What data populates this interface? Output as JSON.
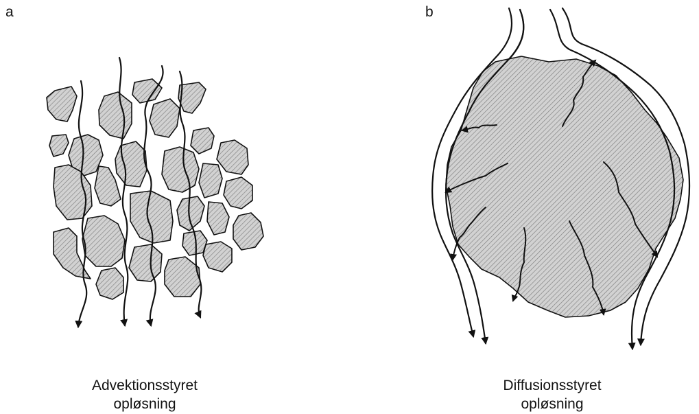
{
  "panels": [
    {
      "letter": "a",
      "caption_line1": "Advektionsstyret",
      "caption_line2": "opløsning"
    },
    {
      "letter": "b",
      "caption_line1": "Diffusionsstyret",
      "caption_line2": "opløsning"
    }
  ],
  "colors": {
    "ink": "#111111",
    "grain_fill": "#cfcfcf",
    "hatch": "#8a8a8a"
  }
}
